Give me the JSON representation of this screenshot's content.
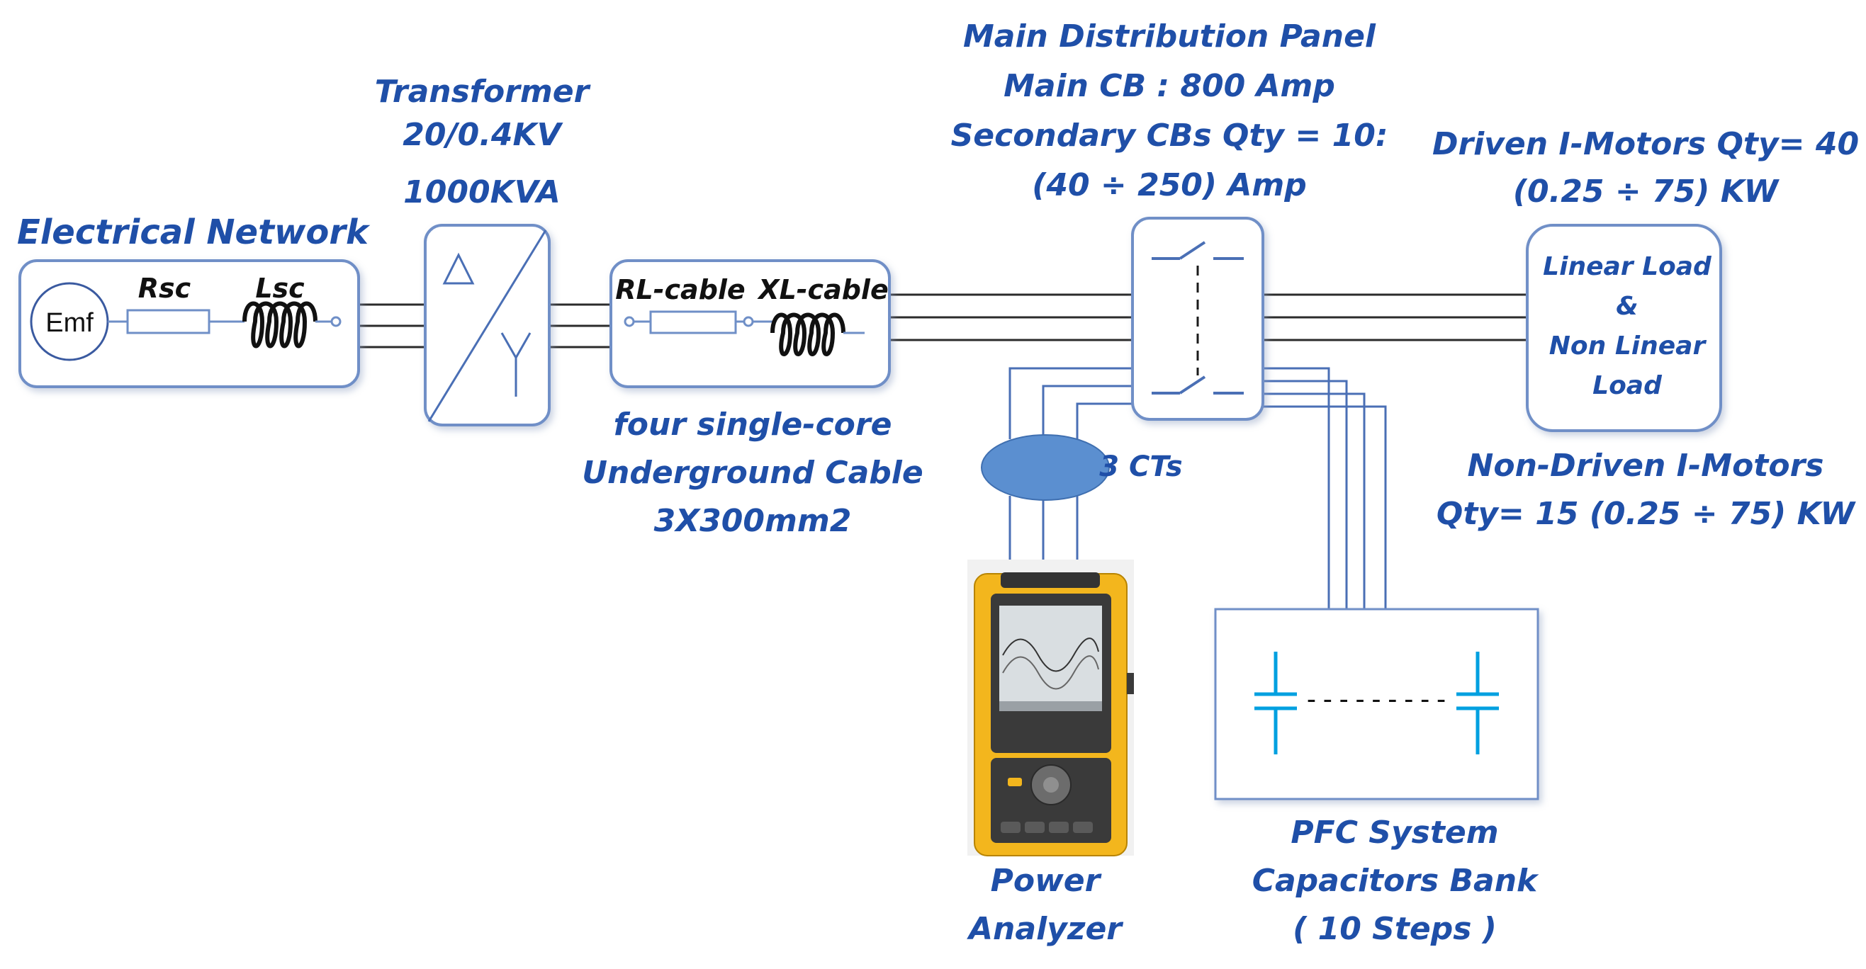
{
  "colors": {
    "label_blue": "#1f4fa8",
    "box_stroke": "#6f8fc7",
    "box_fill": "#ffffff",
    "wire": "#2b2b2b",
    "wire_blue": "#4a6fb5",
    "ct_fill": "#5b8fd0",
    "cap_blue": "#00a0e0"
  },
  "network": {
    "title": "Electrical Network",
    "emf": "Emf",
    "rsc": "Rsc",
    "lsc": "Lsc"
  },
  "transformer": {
    "lines": [
      "Transformer",
      "20/0.4KV",
      "1000KVA"
    ]
  },
  "cable": {
    "rl": "RL-cable",
    "xl": "XL-cable",
    "lines": [
      "four single-core",
      "Underground Cable",
      "3X300mm2"
    ]
  },
  "panel": {
    "lines": [
      "Main Distribution Panel",
      "Main CB : 800 Amp",
      "Secondary CBs Qty = 10:",
      "(40 ÷ 250) Amp"
    ]
  },
  "motors": {
    "driven_lines": [
      "Driven I-Motors Qty= 40",
      "(0.25 ÷ 75) KW"
    ],
    "load_lines": [
      "Linear Load",
      "&",
      "Non Linear",
      "Load"
    ],
    "nondriven_lines": [
      "Non-Driven I-Motors",
      "Qty= 15 (0.25 ÷ 75) KW"
    ]
  },
  "ct": {
    "label": "3 CTs"
  },
  "analyzer": {
    "lines": [
      "Power",
      "Analyzer"
    ]
  },
  "pfc": {
    "dashes": "---------",
    "lines": [
      "PFC System",
      "Capacitors Bank",
      "( 10 Steps )"
    ]
  }
}
